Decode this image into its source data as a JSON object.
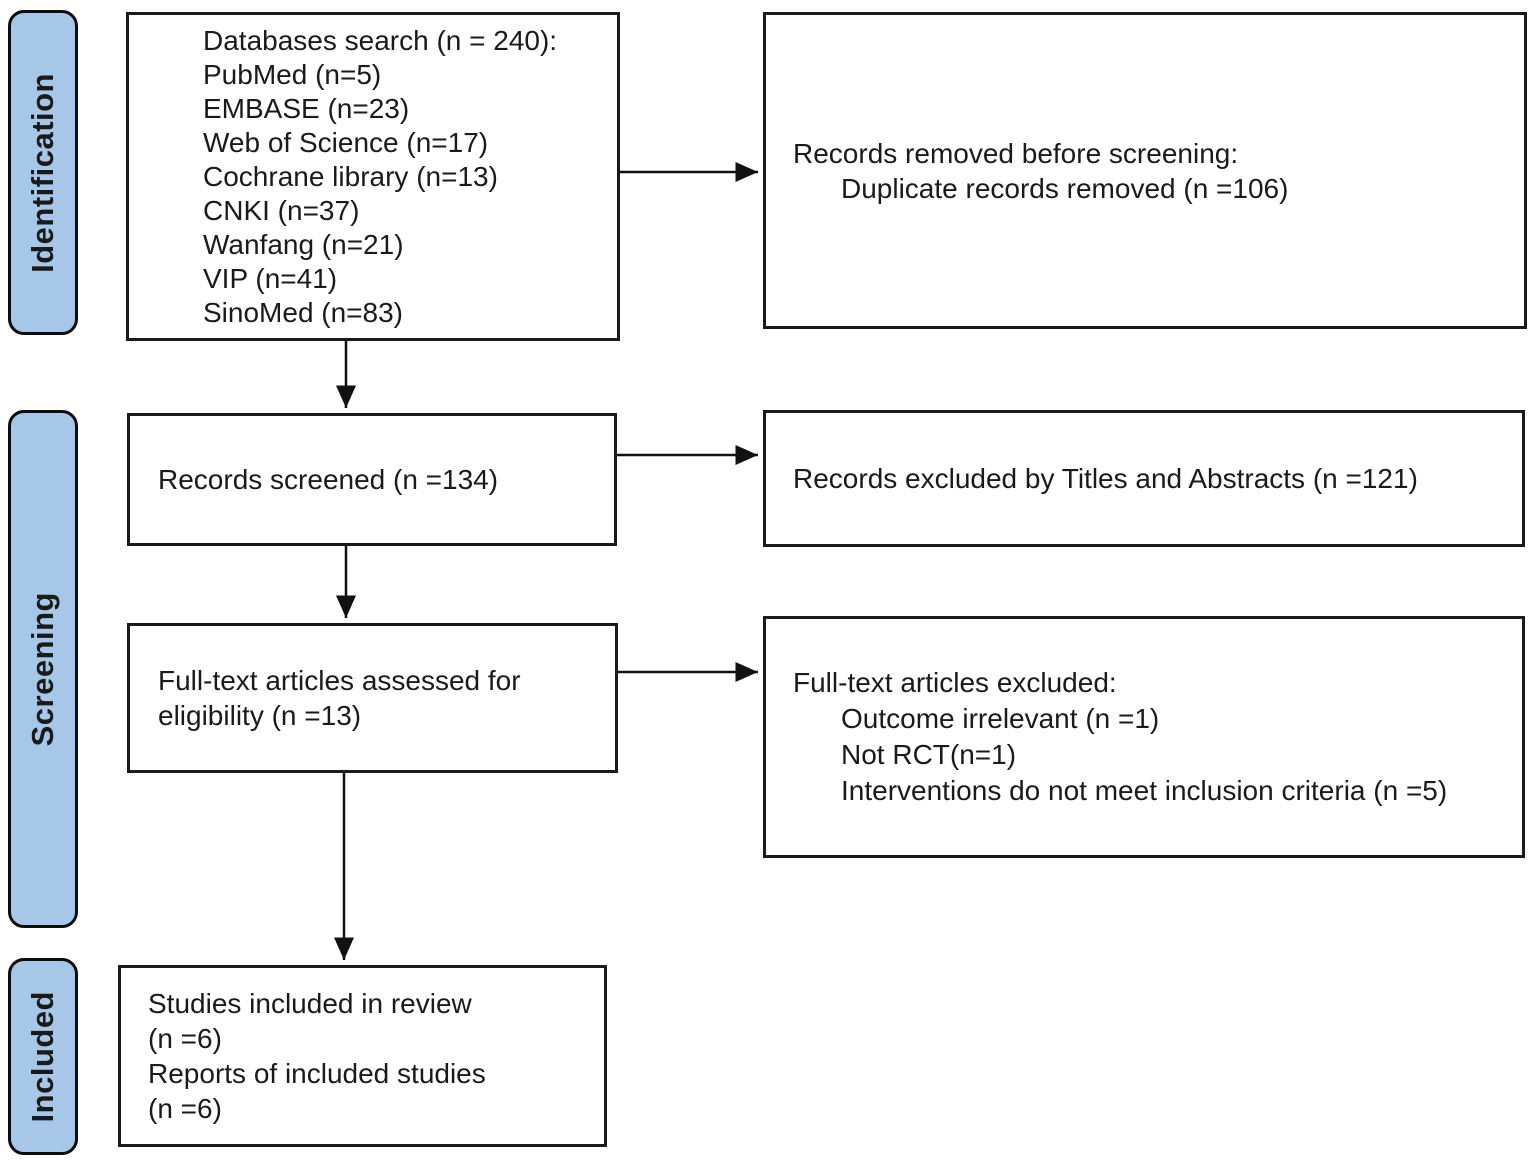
{
  "diagram": {
    "title_implicit": "PRISMA study selection flow diagram",
    "stages": [
      {
        "id": "identification",
        "label": "Identification"
      },
      {
        "id": "screening",
        "label": "Screening"
      },
      {
        "id": "included",
        "label": "Included"
      }
    ],
    "boxes": {
      "databases_search": {
        "lines": [
          "Databases search (n = 240):",
          "PubMed (n=5)",
          "EMBASE (n=23)",
          "Web of Science (n=17)",
          "Cochrane library (n=13)",
          "CNKI (n=37)",
          "Wanfang (n=21)",
          "VIP (n=41)",
          "SinoMed (n=83)"
        ]
      },
      "records_removed": {
        "lines": [
          "Records removed before screening:",
          "Duplicate records removed (n =106)"
        ]
      },
      "records_screened": {
        "lines": [
          "Records screened (n =134)"
        ]
      },
      "records_excluded": {
        "lines": [
          "Records excluded by Titles and Abstracts (n =121)"
        ]
      },
      "fulltext_assessed": {
        "lines": [
          "Full-text articles assessed for",
          "eligibility (n =13)"
        ]
      },
      "fulltext_excluded": {
        "lines": [
          "Full-text articles excluded:",
          "Outcome irrelevant (n =1)",
          "Not RCT(n=1)",
          "Interventions do not meet inclusion criteria (n =5)"
        ]
      },
      "studies_included": {
        "lines": [
          "Studies included in review",
          "(n =6)",
          "Reports of included studies",
          "(n =6)"
        ]
      }
    },
    "colors": {
      "stage_fill": "#a7c7e8",
      "stage_border": "#0d0d0d",
      "box_border": "#1a1a1a",
      "arrow": "#111111"
    }
  }
}
